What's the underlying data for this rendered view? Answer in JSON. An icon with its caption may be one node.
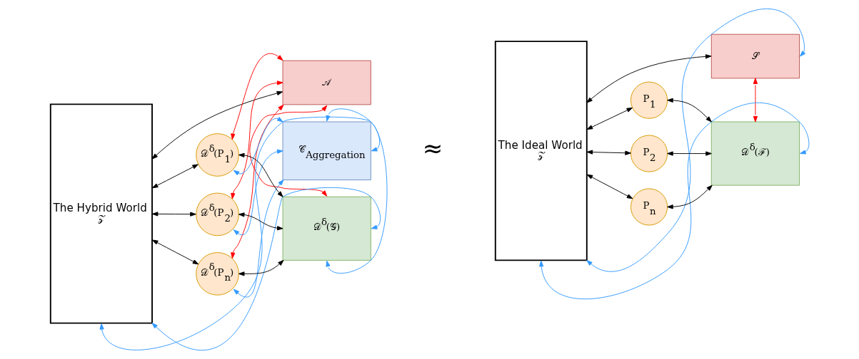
{
  "diagram": {
    "nodes": [
      {
        "text": [
          "The Hybrid World",
          "𝒵"
        ]
      },
      {
        "text": [
          "𝒜"
        ]
      },
      {
        "text": [
          "𝒟$^{δ}$(𝒢)"
        ]
      },
      {
        "text": [
          "𝒞$_{Aggregation}$"
        ]
      },
      {
        "text": [
          "𝒟$^{δ}$(P$_{1}$)"
        ]
      },
      {
        "text": [
          "𝒟$^{δ}$(P$_{2}$)"
        ]
      },
      {
        "text": [
          "𝒟$^{δ}$(P$_{n}$)"
        ]
      },
      {
        "text": [
          "The Ideal World",
          "𝒵"
        ]
      },
      {
        "text": [
          "𝒮"
        ]
      },
      {
        "text": [
          "𝒟$^{δ}$(ℱ)"
        ]
      },
      {
        "text": [
          "P$_{1}$"
        ]
      },
      {
        "text": [
          "P$_{2}$"
        ]
      },
      {
        "text": [
          "P$_{n}$"
        ]
      }
    ],
    "edges": [
      {
        "from": 0,
        "to": 1,
        "arrow": "both"
      },
      {
        "from": 1,
        "to": 4,
        "arrow": "both",
        "color": "#ff0000"
      },
      {
        "from": 1,
        "to": 5,
        "arrow": "both",
        "color": "#ff0000"
      },
      {
        "from": 1,
        "to": 6,
        "arrow": "both",
        "color": "#ff0000"
      },
      {
        "from": 1,
        "to": 2,
        "arrow": "both",
        "color": "#ff0000"
      },
      {
        "from": 0,
        "to": 4,
        "arrow": "both"
      },
      {
        "from": 0,
        "to": 5,
        "arrow": "both"
      },
      {
        "from": 0,
        "to": 6,
        "arrow": "both"
      },
      {
        "from": 4,
        "to": 2,
        "arrow": "both"
      },
      {
        "from": 5,
        "to": 2,
        "arrow": "both"
      },
      {
        "from": 6,
        "to": 2,
        "arrow": "both"
      },
      {
        "from": 2,
        "to": 0,
        "arrow": "both",
        "color": "#3399ff"
      },
      {
        "from": 2,
        "to": 3,
        "arrow": "both",
        "color": "#3399ff"
      },
      {
        "from": 3,
        "to": 4,
        "arrow": "both",
        "color": "#3399ff"
      },
      {
        "from": 3,
        "to": 5,
        "arrow": "both",
        "color": "#3399ff"
      },
      {
        "from": 3,
        "to": 6,
        "arrow": "both",
        "color": "#3399ff"
      },
      {
        "from": 3,
        "to": 0,
        "arrow": "both",
        "color": "#3399ff"
      },
      {
        "from": 7,
        "to": 8,
        "arrow": "both"
      },
      {
        "from": 8,
        "to": 7,
        "arrow": "both",
        "color": "#3399ff"
      },
      {
        "from": 8,
        "to": 9,
        "arrow": "both",
        "color": "#ff0000"
      },
      {
        "from": 7,
        "to": 10,
        "arrow": "both"
      },
      {
        "from": 7,
        "to": 11,
        "arrow": "both"
      },
      {
        "from": 7,
        "to": 12,
        "arrow": "both"
      },
      {
        "from": 10,
        "to": 9,
        "arrow": "both"
      },
      {
        "from": 11,
        "to": 9,
        "arrow": "both"
      },
      {
        "from": 12,
        "to": 9,
        "arrow": "both"
      },
      {
        "from": 9,
        "to": 7,
        "arrow": "both",
        "color": "#3399ff"
      }
    ],
    "labels": [
      "≈"
    ]
  }
}
